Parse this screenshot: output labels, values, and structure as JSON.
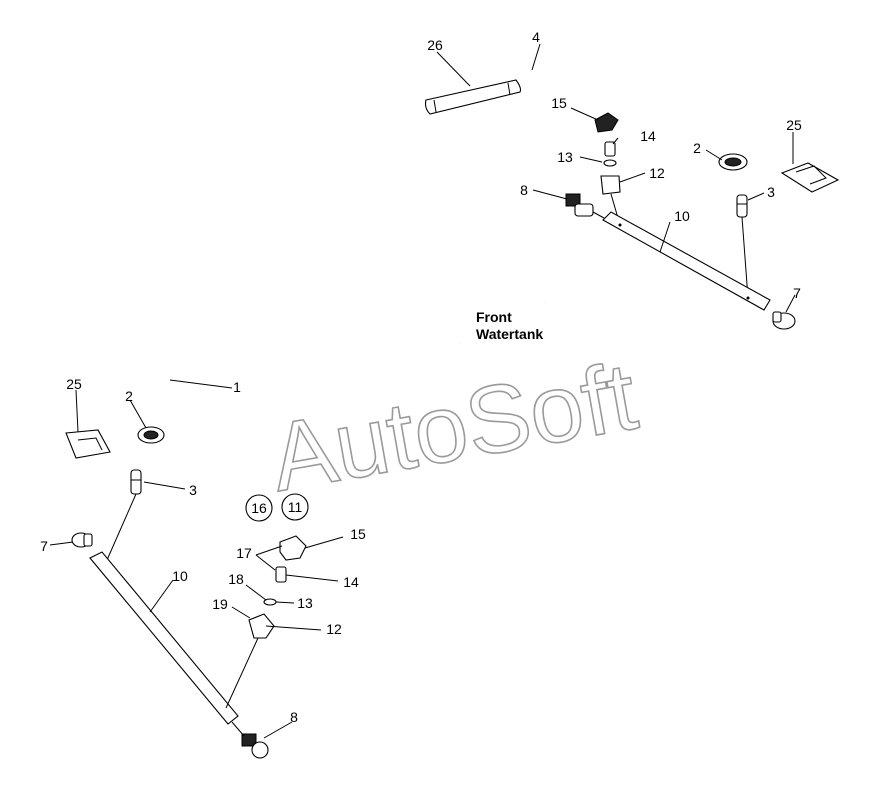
{
  "watermark": "AutoSoft",
  "note": {
    "line1": "Front",
    "line2": "Watertank"
  },
  "callouts": {
    "c26": "26",
    "c4": "4",
    "c15a": "15",
    "c14a": "14",
    "c13a": "13",
    "c12a": "12",
    "c8a": "8",
    "c2a": "2",
    "c3a": "3",
    "c25a": "25",
    "c10a": "10",
    "c7a": "7",
    "c1": "1",
    "c25b": "25",
    "c2b": "2",
    "c3b": "3",
    "c16": "16",
    "c11": "11",
    "c7b": "7",
    "c10b": "10",
    "c15b": "15",
    "c17": "17",
    "c14b": "14",
    "c18": "18",
    "c13b": "13",
    "c19": "19",
    "c12b": "12",
    "c8b": "8"
  }
}
